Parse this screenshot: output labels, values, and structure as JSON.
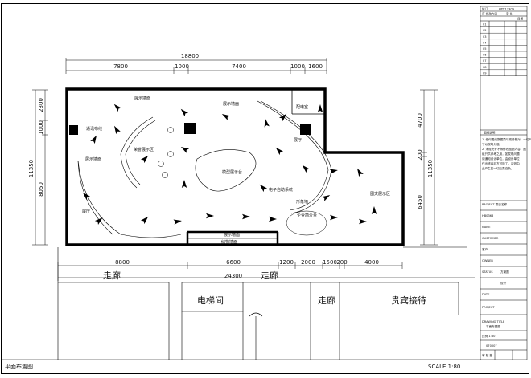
{
  "dimensions": {
    "top_total": "18800",
    "top_segments": [
      "7800",
      "1000",
      "7400",
      "1000",
      "1600"
    ],
    "left_outer": "11350",
    "left_segments": [
      "2300",
      "1000",
      "8050"
    ],
    "right_outer": "11350",
    "right_segments": [
      "4700",
      "200",
      "6450"
    ],
    "bottom_segments": [
      "8800",
      "6600",
      "1200",
      "2000",
      "1500",
      "200",
      "4000"
    ],
    "bottom_total": "24300"
  },
  "labels": {
    "zone_wall_top": "展示墙面",
    "zone_wall_top2": "展示墙面",
    "hall_left": "展厅",
    "hall_right": "展厅",
    "office": "配电室",
    "wall_left": "通讯布线",
    "wall_left2": "展示墙面",
    "honor": "荣誉展示区",
    "model": "模型展示台",
    "e_system": "电子自助系统",
    "reception": "形象墙",
    "company": "企业简介台",
    "graphics": "图文展示区",
    "bottom_wall": "展示墙面",
    "bottom_wall2": "储物墙面",
    "hall_lower": "展厅"
  },
  "corridor": {
    "left": "走廊",
    "center": "走廊",
    "right": "走廊",
    "elevator": "电梯间",
    "vip": "贵宾接待"
  },
  "footer": {
    "title": "平面布置图",
    "scale": "SCALE 1:80"
  },
  "title_block": {
    "header": "修订",
    "code": "HDY13309",
    "col1": "序 修改内容",
    "col2": "审 批",
    "col3": "日期",
    "rows": [
      "01",
      "02",
      "03",
      "04",
      "05",
      "06",
      "07",
      "08",
      "09"
    ],
    "notes_title": "图纸说明",
    "notes": [
      "1. 任何图纸数据须与现场核对，一切尺",
      "寸以现场为准。",
      "2. 未经允许不得修改图纸内容，图",
      "纸只供参考之用，如发现问题",
      "请通知设计单位，由设计单位",
      "作出修改后方可施工，否则由",
      "此产生的一切后果自负。"
    ],
    "project_label": "PROJECT 项目名称",
    "project_code": "HB0368",
    "name_label": "NAME",
    "customer_label": "CUSTOMER",
    "client_label": "客户",
    "owner_label": "OWNER",
    "status_label": "STATUS",
    "status_value": "方案图",
    "design_label": "设计",
    "date_label": "DATE",
    "drawn_label": "PROJECT",
    "drawing_label": "DRAWING TITLE",
    "drawing_value": "平面布置图",
    "scale_label": "比例 1:80",
    "page_label": "070007",
    "sign": "审 核  签"
  }
}
